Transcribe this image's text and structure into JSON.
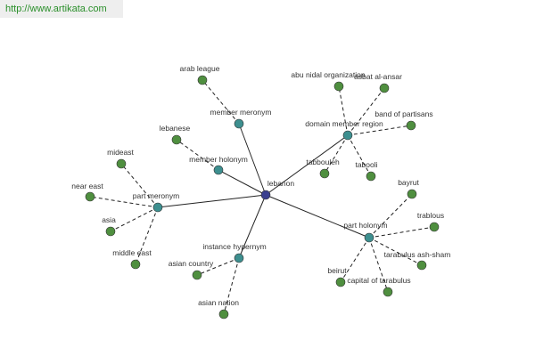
{
  "source": "http://www.artikata.com",
  "colors": {
    "background": "#ffffff",
    "edge": "#222222",
    "center_node": "#3a3f8f",
    "relation_node": "#3d8f8f",
    "term_node": "#4f8f3f",
    "source_text": "#2a8f2a",
    "source_bg": "#eeeeee",
    "label": "#333333"
  },
  "center": {
    "id": "lebanon",
    "label": "lebanon"
  },
  "relations": [
    {
      "id": "member-meronym",
      "label": "member meronym",
      "terms": [
        {
          "id": "arab-league",
          "label": "arab league"
        }
      ]
    },
    {
      "id": "member-holonym",
      "label": "member holonym",
      "terms": [
        {
          "id": "lebanese",
          "label": "lebanese"
        }
      ]
    },
    {
      "id": "domain-member-region",
      "label": "domain member region",
      "terms": [
        {
          "id": "abu-nidal-organization",
          "label": "abu nidal organization"
        },
        {
          "id": "asbat-al-ansar",
          "label": "asbat al-ansar"
        },
        {
          "id": "band-of-partisans",
          "label": "band of partisans"
        },
        {
          "id": "tabbouleh",
          "label": "tabbouleh"
        },
        {
          "id": "tabooli",
          "label": "tabooli"
        }
      ]
    },
    {
      "id": "part-meronym",
      "label": "part meronym",
      "terms": [
        {
          "id": "mideast",
          "label": "mideast"
        },
        {
          "id": "near-east",
          "label": "near east"
        },
        {
          "id": "asia",
          "label": "asia"
        },
        {
          "id": "middle-east",
          "label": "middle east"
        }
      ]
    },
    {
      "id": "instance-hypernym",
      "label": "instance hypernym",
      "terms": [
        {
          "id": "asian-country",
          "label": "asian country"
        },
        {
          "id": "asian-nation",
          "label": "asian nation"
        }
      ]
    },
    {
      "id": "part-holonym",
      "label": "part holonym",
      "terms": [
        {
          "id": "bayrut",
          "label": "bayrut"
        },
        {
          "id": "trablous",
          "label": "trablous"
        },
        {
          "id": "tarabulus-ash-sham",
          "label": "tarabulus ash-sham"
        },
        {
          "id": "capital-of-tarabulus",
          "label": "capital of tarabulus"
        },
        {
          "id": "beirut",
          "label": "beirut"
        }
      ]
    }
  ]
}
